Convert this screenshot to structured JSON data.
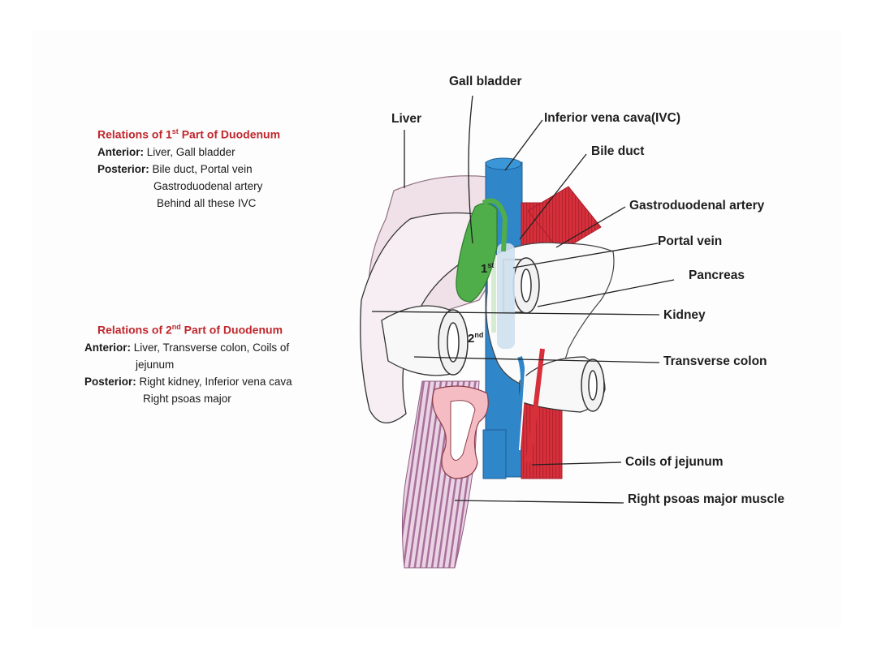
{
  "notes": {
    "first": {
      "title_prefix": "Relations of 1",
      "title_sup": "st",
      "title_suffix": " Part of Duodenum",
      "anterior_key": "Anterior:",
      "anterior_val": "Liver,  Gall bladder",
      "posterior_key": "Posterior:",
      "posterior_lines": [
        "Bile duct, Portal vein",
        "Gastroduodenal artery",
        "Behind all these IVC"
      ]
    },
    "second": {
      "title_prefix": "Relations of 2",
      "title_sup": "nd",
      "title_suffix": " Part of Duodenum",
      "anterior_key": "Anterior:",
      "anterior_lines": [
        "Liver, Transverse colon, Coils of",
        "jejunum"
      ],
      "posterior_key": "Posterior:",
      "posterior_lines": [
        "Right kidney, Inferior vena cava",
        "Right psoas major"
      ]
    }
  },
  "labels": {
    "gall_bladder": "Gall bladder",
    "liver": "Liver",
    "ivc": "Inferior vena cava(IVC)",
    "bile_duct": "Bile duct",
    "gastroduodenal": "Gastroduodenal artery",
    "portal_vein": "Portal vein",
    "pancreas": "Pancreas",
    "kidney": "Kidney",
    "transverse_colon": "Transverse colon",
    "jejunum": "Coils of jejunum",
    "psoas": "Right psoas major muscle",
    "first_marker_num": "1",
    "first_marker_sup": "st",
    "second_marker_num": "2",
    "second_marker_sup": "nd"
  },
  "colors": {
    "title_red": "#c0272d",
    "ivc_blue": "#2f86c9",
    "artery_red": "#d7303b",
    "gall_green": "#4fae4a",
    "liver_pink": "#efdde6",
    "psoas_purple": "#b98aaa",
    "kidney_pink": "#f5bcc4"
  }
}
